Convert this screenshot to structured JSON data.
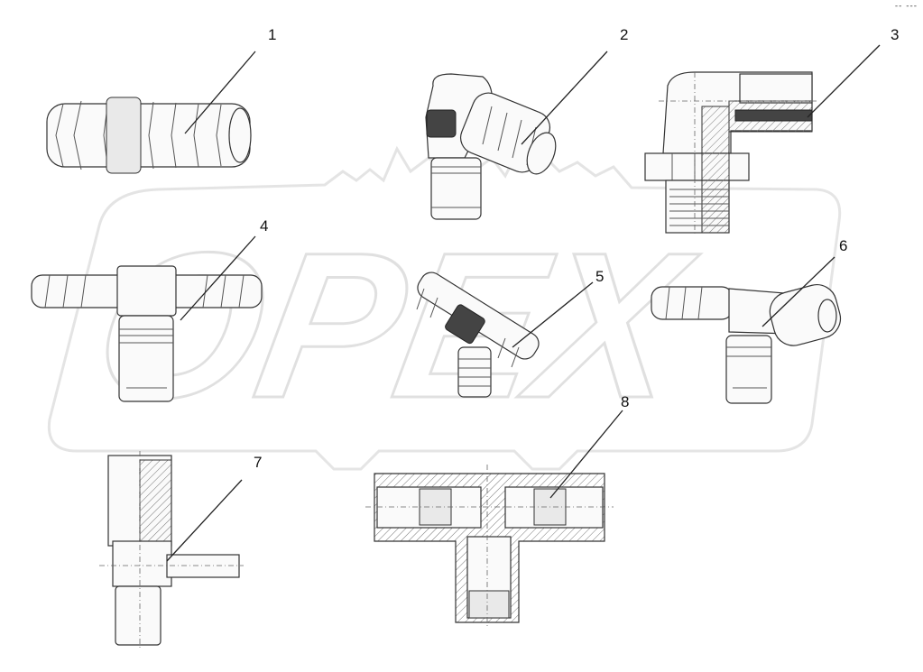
{
  "watermark": {
    "text": "OPEX"
  },
  "corner_mark": "-- ---",
  "callouts": [
    {
      "id": "1",
      "label": "1"
    },
    {
      "id": "2",
      "label": "2"
    },
    {
      "id": "3",
      "label": "3"
    },
    {
      "id": "4",
      "label": "4"
    },
    {
      "id": "5",
      "label": "5"
    },
    {
      "id": "6",
      "label": "6"
    },
    {
      "id": "7",
      "label": "7"
    },
    {
      "id": "8",
      "label": "8"
    }
  ]
}
